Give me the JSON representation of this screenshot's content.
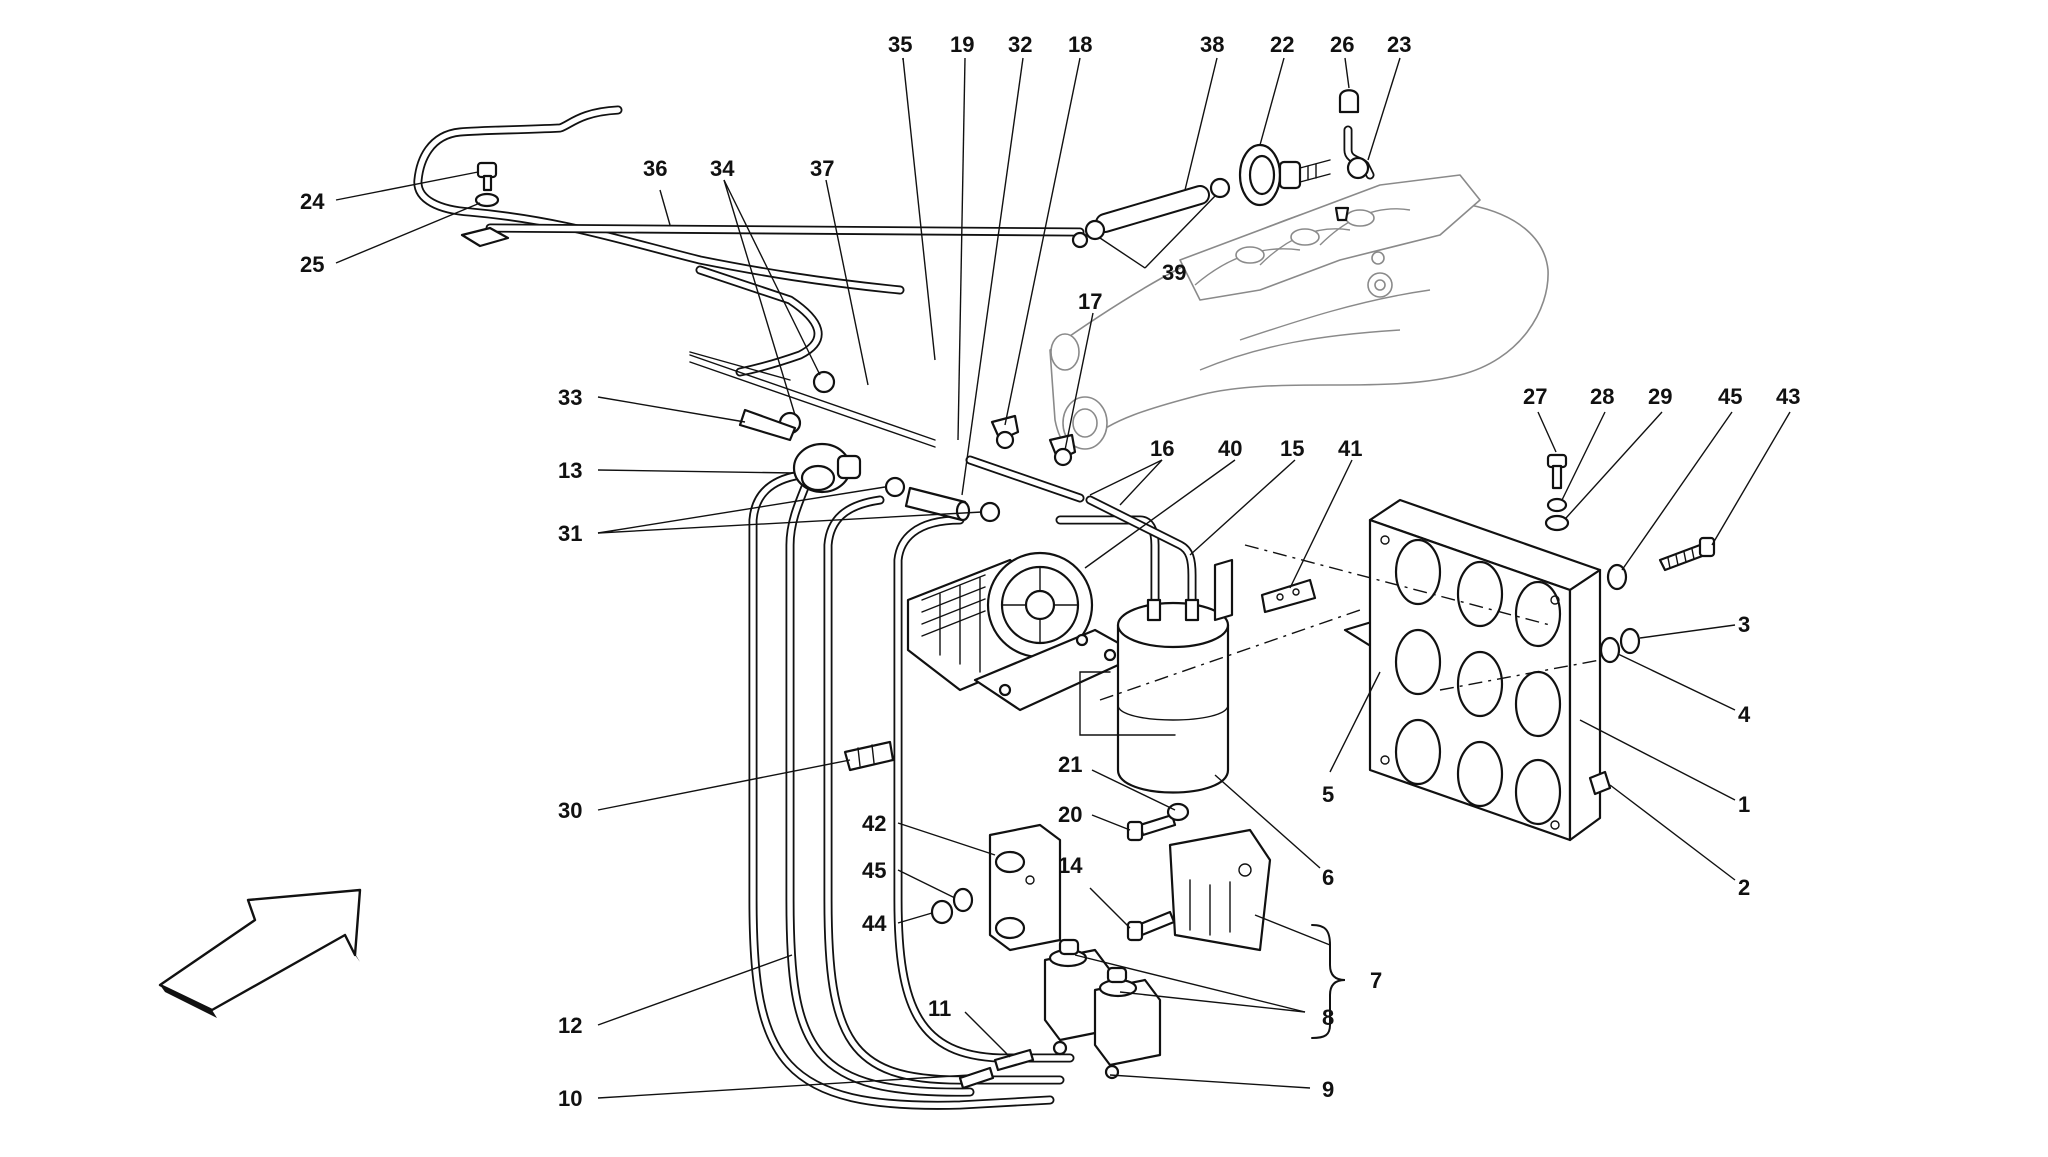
{
  "callouts": {
    "c1": "1",
    "c2": "2",
    "c3": "3",
    "c4": "4",
    "c5": "5",
    "c6": "6",
    "c7": "7",
    "c8": "8",
    "c9": "9",
    "c10": "10",
    "c11": "11",
    "c12": "12",
    "c13": "13",
    "c14": "14",
    "c15": "15",
    "c16": "16",
    "c17": "17",
    "c18": "18",
    "c19": "19",
    "c20": "20",
    "c21": "21",
    "c22": "22",
    "c23": "23",
    "c24": "24",
    "c25": "25",
    "c26": "26",
    "c27": "27",
    "c28": "28",
    "c29": "29",
    "c30": "30",
    "c31": "31",
    "c32": "32",
    "c33": "33",
    "c34": "34",
    "c35": "35",
    "c36": "36",
    "c37": "37",
    "c38": "38",
    "c39": "39",
    "c40": "40",
    "c41": "41",
    "c42": "42",
    "c43": "43",
    "c44": "44",
    "c45a": "45",
    "c45b": "45"
  },
  "icons": {
    "direction": "front-direction-arrow-icon"
  }
}
